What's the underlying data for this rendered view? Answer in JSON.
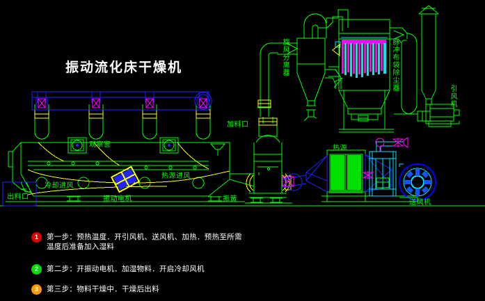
{
  "title": "振动流化床干燥机",
  "palette": {
    "background": "#000000",
    "line_green": "#00ff00",
    "line_blue": "#2222ff",
    "line_cyan": "#00e5ff",
    "line_yellow": "#ffff00",
    "line_magenta": "#ff00ff",
    "fill_green": "#00e000",
    "text_white": "#ffffff",
    "label_green": "#00ff00",
    "badge_1": "#e00000",
    "badge_2": "#00dd00",
    "badge_3": "#ff9900"
  },
  "labels": {
    "observation_window": "观察窗",
    "cooling_air_inlet": "冷却进风",
    "heat_source_air_inlet": "热源进风",
    "discharge_outlet": "出料口",
    "vibration_motor": "振动电机",
    "vibration_spring": "振簧",
    "feed_inlet": "加料口",
    "cyclone_separator": "旋风分离器",
    "pulse_bag_filter": "脉冲布袋除尘器",
    "induced_draft_fan": "引风机",
    "heat_source": "热源",
    "blower_fan": "送风机"
  },
  "steps": [
    {
      "number": "1",
      "color": "#e00000",
      "text": "第一步：预热温度．开引风机、送风机、加热．预热至所需\n温度后准备加入湿料"
    },
    {
      "number": "2",
      "color": "#00dd00",
      "text": "第二步：开振动电机．加湿物料．开启冷却风机"
    },
    {
      "number": "3",
      "color": "#ff9900",
      "text": "第三步：物料干燥中．干燥后出料"
    }
  ]
}
